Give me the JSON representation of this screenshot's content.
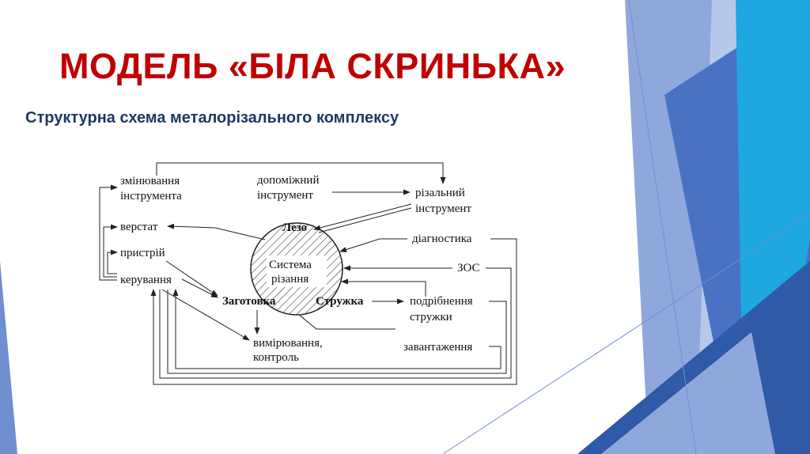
{
  "slide": {
    "title": "МОДЕЛЬ «БІЛА СКРИНЬКА»",
    "subtitle": "Структурна схема металорізального комплексу"
  },
  "diagram": {
    "center_label_line1": "Система",
    "center_label_line2": "різання",
    "edge_label": "Лезо",
    "workpiece": "Заготовка",
    "chips": "Стружка",
    "left_nodes": {
      "tool_change_1": "змінювання",
      "tool_change_2": "інструмента",
      "machine": "верстат",
      "fixture": "пристрій",
      "control": "керування"
    },
    "top_nodes": {
      "aux_tool_1": "допоміжний",
      "aux_tool_2": "інструмент"
    },
    "right_nodes": {
      "cutting_tool_1": "різальний",
      "cutting_tool_2": "інструмент",
      "diagnostics": "діагностика",
      "lubricant": "ЗОС",
      "chip_crushing_1": "подрібнення",
      "chip_crushing_2": "стружки",
      "loading": "завантаження"
    },
    "bottom_nodes": {
      "measurement_1": "вимірювання,",
      "measurement_2": "контроль"
    }
  },
  "colors": {
    "title": "#c00000",
    "subtitle": "#1f3864",
    "deco_dark": "#2e5aa8",
    "deco_mid": "#4a72c4",
    "deco_light": "#8fa8dc",
    "deco_cyan": "#1fa7e0",
    "deco_pale": "#c9d6ef"
  }
}
